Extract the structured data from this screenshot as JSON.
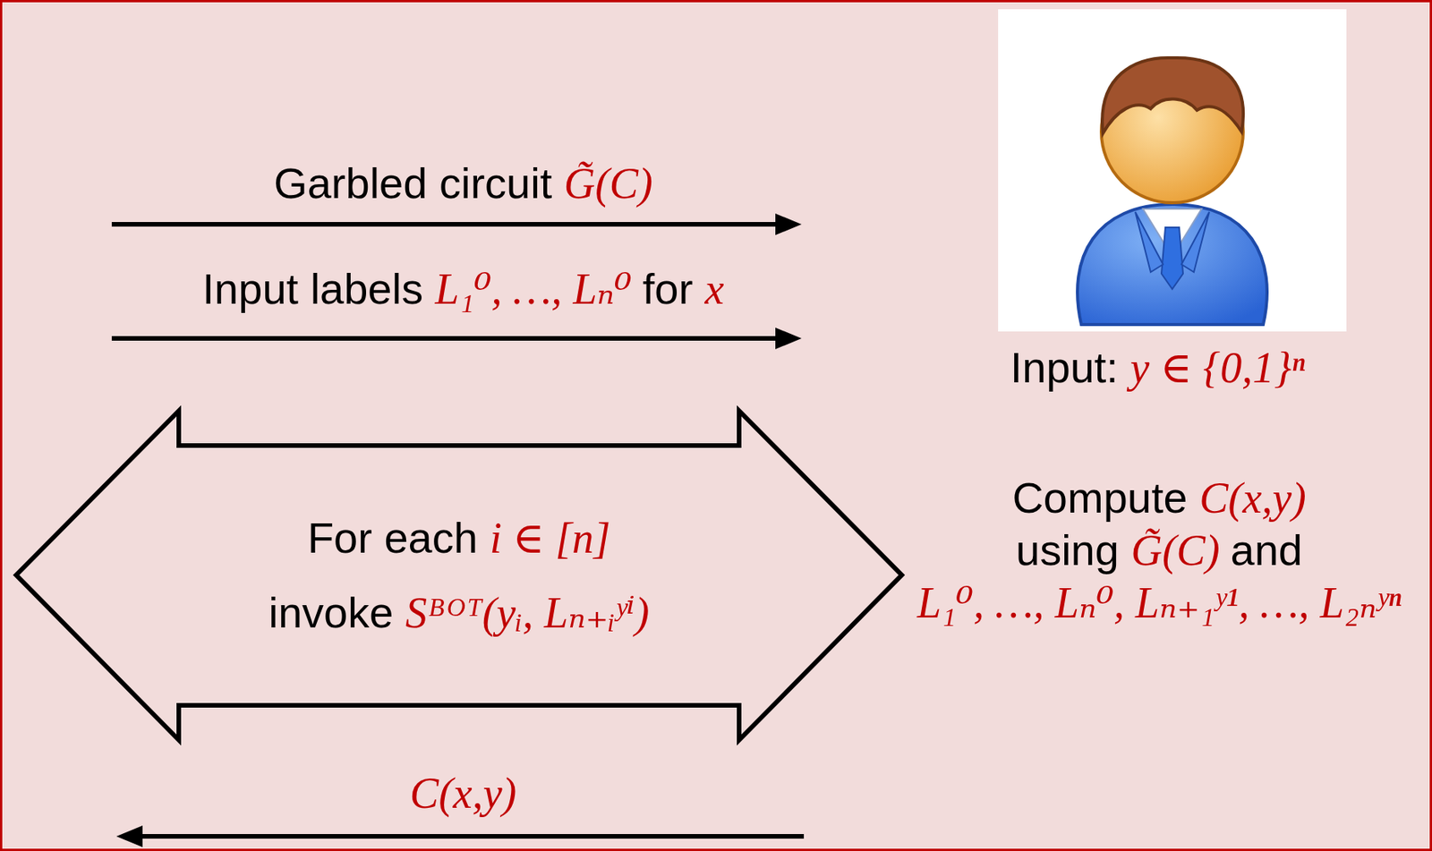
{
  "diagram": {
    "nodes": [
      {
        "text": [
          "For each i ∈ [n] invoke Sᴮᴼᵀ(yᵢ, Lₙ₊ᵢʸⁱ)"
        ]
      }
    ],
    "labels": [
      "Garbled circuit G̃(C)",
      "Input labels L₁⁰, …, Lₙ⁰ for x",
      "Input: y ∈ {0,1}ⁿ",
      "Compute C(x,y) using G̃(C) and L₁⁰, …, Lₙ⁰, Lₙ₊₁ʸ¹, …, L₂ₙʸⁿ",
      "C(x,y)"
    ]
  }
}
